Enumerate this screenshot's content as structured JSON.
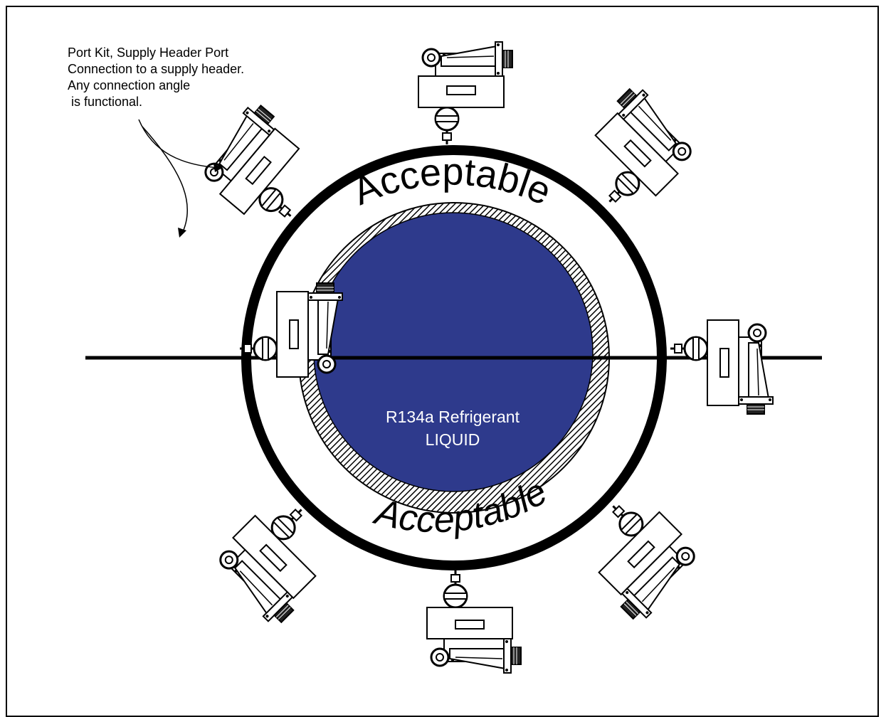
{
  "callout": {
    "line1": "Port Kit, Supply Header Port",
    "line2": "Connection to a supply header.",
    "line3": "Any connection angle",
    "line4": " is functional."
  },
  "ring": {
    "top_label": "Acceptable",
    "bottom_label": "Acceptable"
  },
  "fluid": {
    "line1": "R134a Refrigerant",
    "line2": "LIQUID"
  },
  "colors": {
    "liquid": "#2e3a8c",
    "outline": "#000000",
    "background": "#ffffff"
  },
  "port_kits": {
    "count": 8,
    "icon": "port-kit-assembly-icon"
  }
}
